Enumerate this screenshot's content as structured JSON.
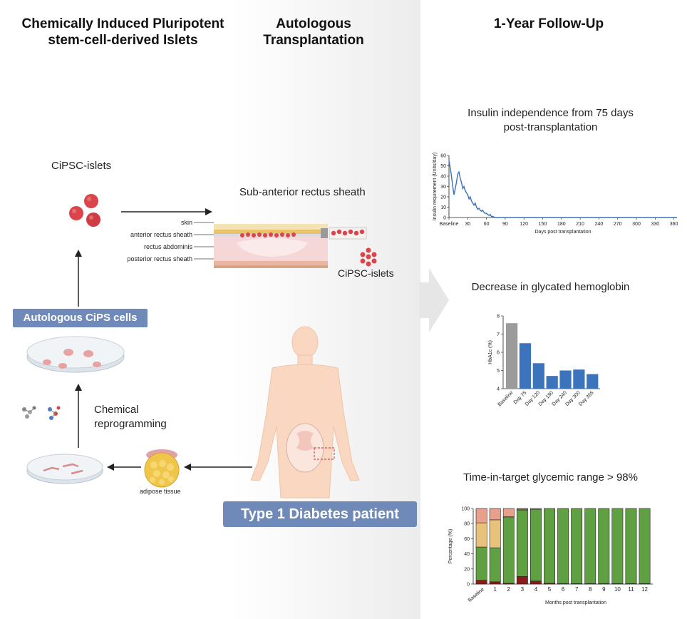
{
  "headers": {
    "left": "Chemically Induced Pluripotent stem-cell-derived Islets",
    "left_line1": "Chemically Induced Pluripotent",
    "left_line2": "stem-cell-derived Islets",
    "middle_line1": "Autologous",
    "middle_line2": "Transplantation",
    "right": "1-Year Follow-Up"
  },
  "left_panel": {
    "islets_label": "CiPSC-islets",
    "cips_badge": "Autologous CiPS cells",
    "chemical_line1": "Chemical",
    "chemical_line2": "reprogramming",
    "adipose_label": "adipose tissue"
  },
  "middle_panel": {
    "sheath_title": "Sub-anterior rectus sheath",
    "layers": [
      "skin",
      "anterior rectus sheath",
      "rectus abdominis",
      "posterior rectus sheath"
    ],
    "islets_label": "CiPSC-islets",
    "patient_badge": "Type 1 Diabetes patient"
  },
  "colors": {
    "badge": "#6f8ab8",
    "islet_red": "#d9454a",
    "insulin_line": "#3a72b8",
    "bar_blue": "#3b74bd",
    "bar_gray": "#9b9b9b",
    "tir_green": "#5fa142",
    "tir_darkred": "#8b1a1a",
    "tir_tan": "#e8c27a",
    "tir_salmon": "#e9a08a"
  },
  "chart_data": [
    {
      "type": "line",
      "title_line1": "Insulin independence from 75 days",
      "title_line2": "post-transplantation",
      "xlabel": "Days post transplantation",
      "ylabel": "Insulin requirement (Units/day)",
      "xticks": [
        "Baseline",
        "30",
        "60",
        "90",
        "120",
        "150",
        "180",
        "210",
        "240",
        "270",
        "300",
        "330",
        "360"
      ],
      "yticks": [
        "0",
        "10",
        "20",
        "30",
        "40",
        "50",
        "60"
      ],
      "xlim": [
        0,
        365
      ],
      "ylim": [
        0,
        60
      ],
      "series": [
        {
          "x": [
            0,
            2,
            4,
            6,
            8,
            10,
            12,
            14,
            16,
            18,
            20,
            22,
            24,
            26,
            28,
            30,
            32,
            34,
            36,
            38,
            40,
            42,
            44,
            46,
            48,
            50,
            52,
            54,
            56,
            58,
            60,
            62,
            64,
            66,
            68,
            70,
            72,
            75,
            80,
            100,
            150,
            200,
            250,
            300,
            365
          ],
          "y": [
            55,
            48,
            40,
            30,
            22,
            28,
            34,
            42,
            44,
            38,
            34,
            28,
            30,
            26,
            24,
            22,
            18,
            20,
            16,
            14,
            12,
            14,
            10,
            8,
            9,
            7,
            6,
            7,
            5,
            4,
            4,
            3,
            2,
            3,
            1,
            1,
            0.5,
            0,
            0,
            0,
            0,
            0,
            0,
            0,
            0
          ]
        }
      ]
    },
    {
      "type": "bar",
      "title": "Decrease in glycated hemoglobin",
      "ylabel": "HbA1c (%)",
      "categories": [
        "Baseline",
        "Day 75",
        "Day 120",
        "Day 180",
        "Day 240",
        "Day 300",
        "Day 365"
      ],
      "values": [
        7.6,
        6.5,
        5.4,
        4.7,
        5.0,
        5.05,
        4.8
      ],
      "yticks": [
        "4",
        "5",
        "6",
        "7",
        "8"
      ],
      "ylim": [
        4,
        8
      ]
    },
    {
      "type": "bar",
      "stacked": true,
      "title": "Time-in-target glycemic range > 98%",
      "xlabel": "Months post transplantation",
      "ylabel": "Percentage (%)",
      "categories": [
        "Baseline",
        "1",
        "2",
        "3",
        "4",
        "5",
        "6",
        "7",
        "8",
        "9",
        "10",
        "11",
        "12"
      ],
      "yticks": [
        "0",
        "20",
        "40",
        "60",
        "80",
        "100"
      ],
      "ylim": [
        0,
        100
      ],
      "series": [
        {
          "values": [
            5,
            3,
            1,
            10,
            4,
            1,
            0.5,
            0.5,
            0.5,
            0.5,
            0.5,
            0.5,
            0.5
          ]
        },
        {
          "values": [
            44,
            45,
            87,
            88,
            95,
            99,
            99.5,
            99.5,
            99.5,
            99.5,
            99.5,
            99.5,
            99.5
          ]
        },
        {
          "values": [
            32,
            37,
            1,
            1,
            1,
            0,
            0,
            0,
            0,
            0,
            0,
            0,
            0
          ]
        },
        {
          "values": [
            19,
            15,
            11,
            1,
            0,
            0,
            0,
            0,
            0,
            0,
            0,
            0,
            0
          ]
        }
      ]
    }
  ]
}
